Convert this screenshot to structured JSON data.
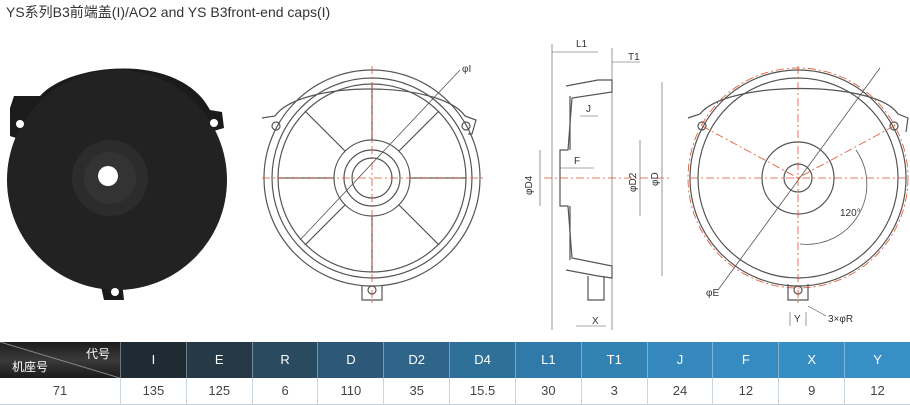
{
  "title": "YS系列B3前端盖(I)/AO2 and YS B3front-end caps(I)",
  "drawing_labels": {
    "phi_i": "φI",
    "l1": "L1",
    "t1": "T1",
    "j": "J",
    "f": "F",
    "phi_d4": "φD4",
    "phi_d2": "φD2",
    "phi_d": "φD",
    "x": "X",
    "angle": "120°",
    "phi_e": "φE",
    "y": "Y",
    "holes": "3×φR"
  },
  "table": {
    "corner_top": "代号",
    "corner_bottom": "机座号",
    "headers": [
      "I",
      "E",
      "R",
      "D",
      "D2",
      "D4",
      "L1",
      "T1",
      "J",
      "F",
      "X",
      "Y"
    ],
    "header_colors": [
      "#1f2a33",
      "#253947",
      "#2a4a5f",
      "#2e5877",
      "#2f6589",
      "#2f7099",
      "#2f7aa8",
      "#3283b4",
      "#3589bd",
      "#368cc1",
      "#368ec4",
      "#378fc6"
    ],
    "rows": [
      {
        "frame": "71",
        "values": [
          "135",
          "125",
          "6",
          "110",
          "35",
          "15.5",
          "30",
          "3",
          "24",
          "12",
          "9",
          "12"
        ]
      }
    ]
  }
}
